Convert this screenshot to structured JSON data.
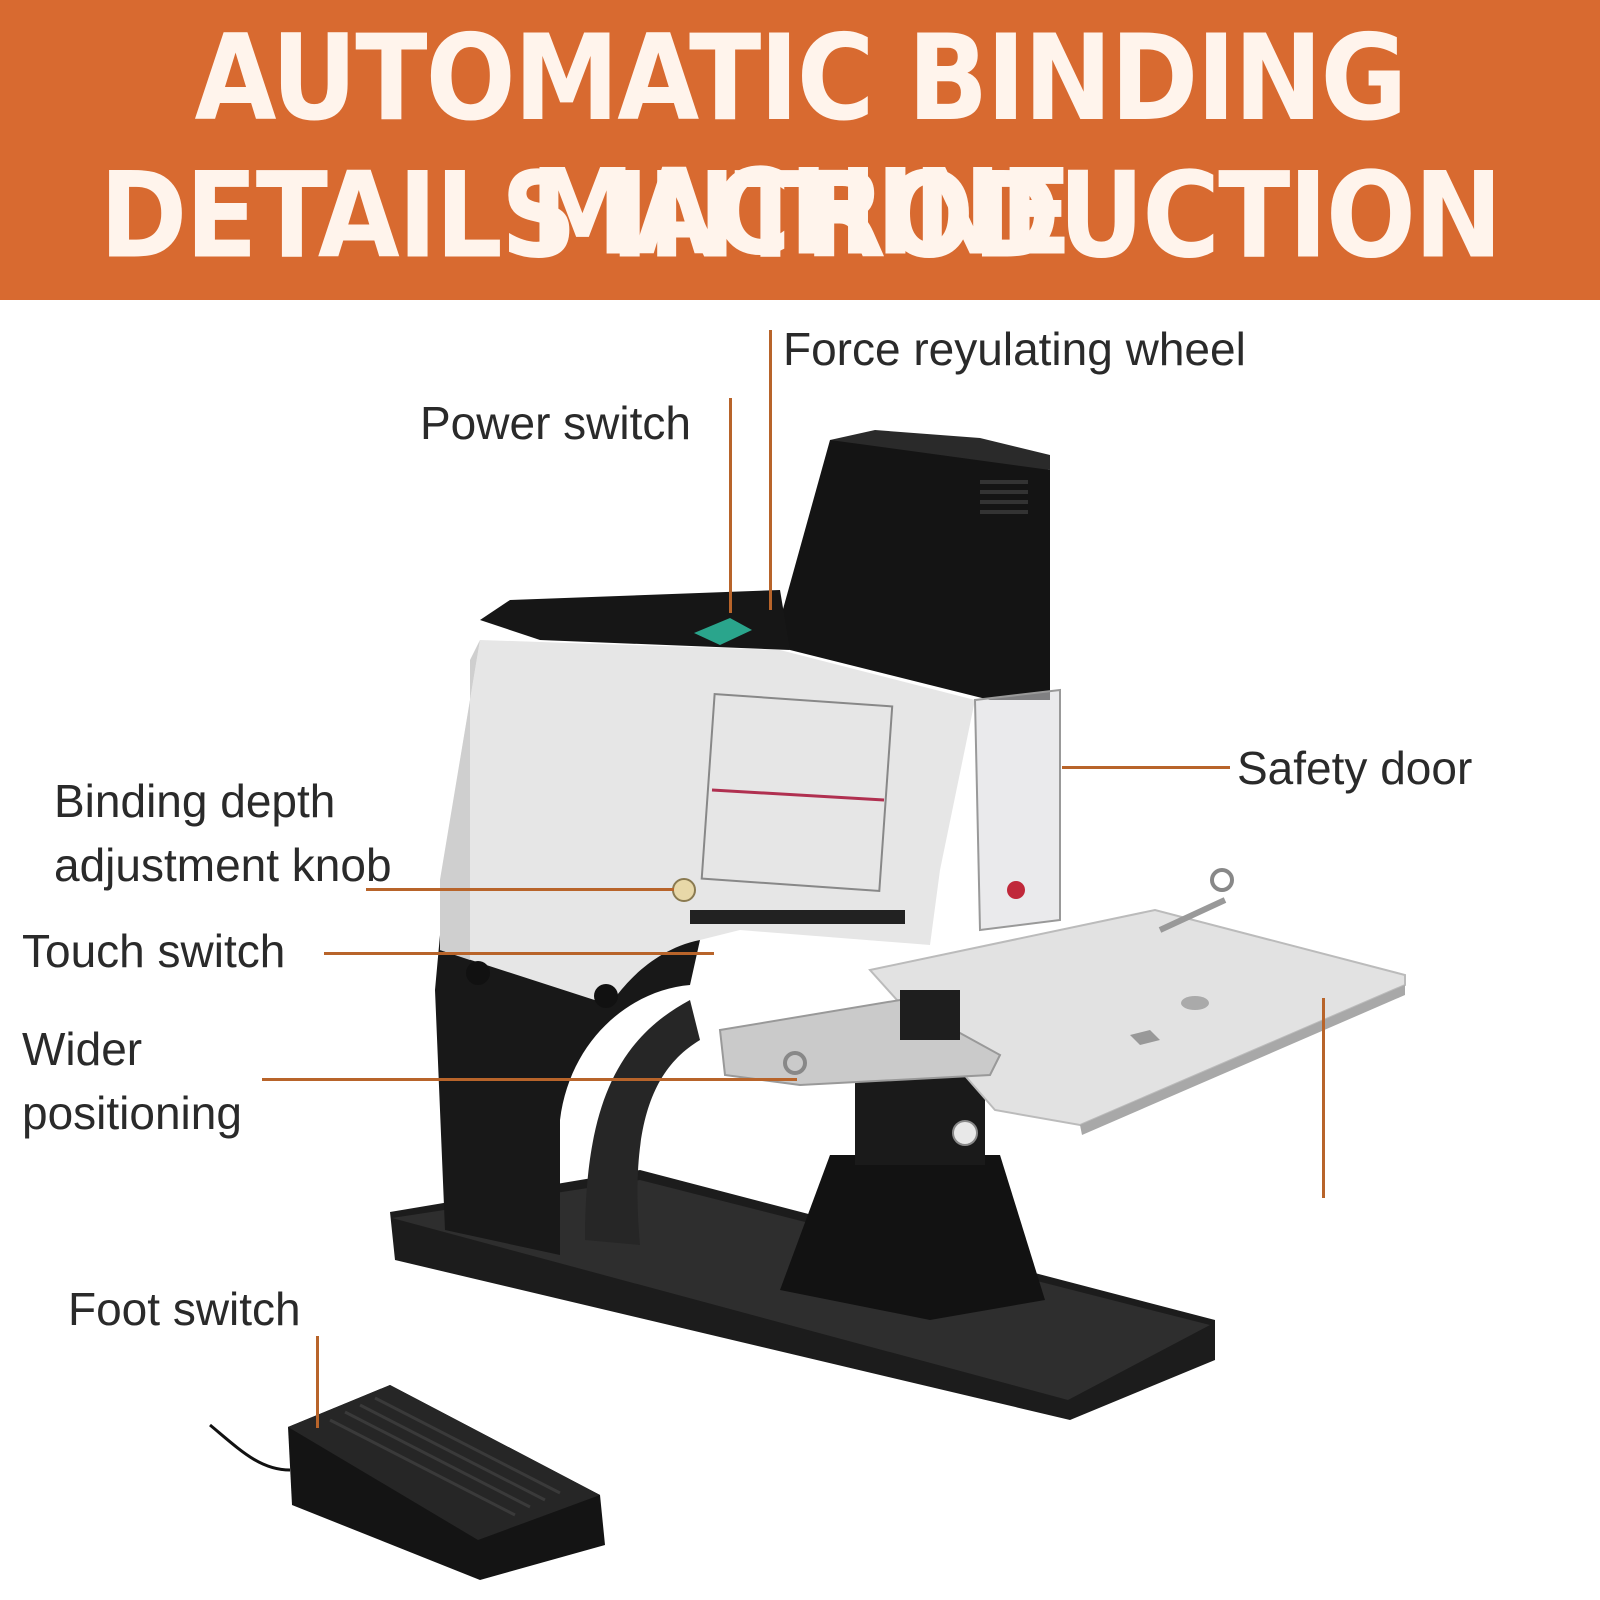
{
  "banner": {
    "line1": "AUTOMATIC BINDING MACHINE",
    "line2": "DETAILS INTRODUCTION",
    "background": "#d86a30",
    "text_color": "#fff4ec"
  },
  "callouts": {
    "force_wheel": "Force reyulating wheel",
    "power_switch": "Power switch",
    "safety_door": "Safety door",
    "depth_knob_line1": "Binding depth",
    "depth_knob_line2": "adjustment knob",
    "touch_switch": "Touch switch",
    "wider_line1": "Wider",
    "wider_line2": "positioning",
    "foot_switch": "Foot switch"
  },
  "colors": {
    "leader": "#b8642a",
    "machine_body": "#1c1c1c",
    "panel": "#e6e6e6",
    "power_button": "#2aa58c"
  }
}
